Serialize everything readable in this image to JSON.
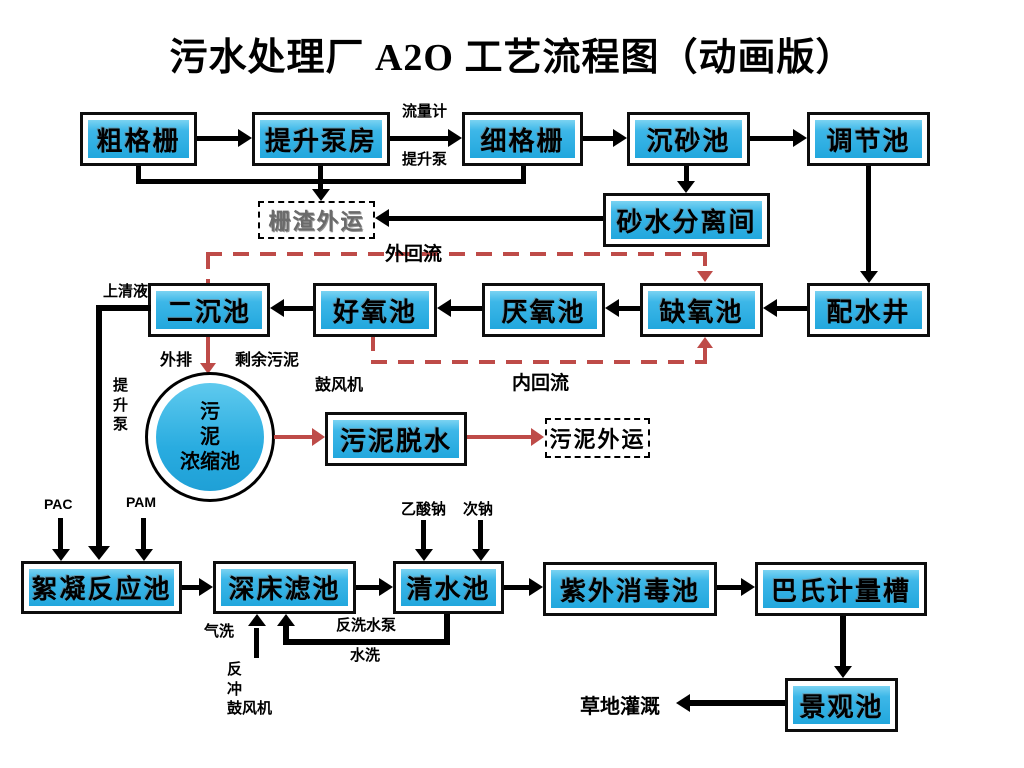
{
  "title": "污水处理厂 A2O 工艺流程图（动画版）",
  "colors": {
    "box_fill": "#29ace0",
    "box_fill_light": "#7bd3f2",
    "line": "#000000",
    "recycle_line": "#be4b48"
  },
  "nodes": {
    "coarse_screen": "粗格栅",
    "lift_pump_station": "提升泵房",
    "fine_screen": "细格栅",
    "grit_chamber": "沉砂池",
    "equalization_tank": "调节池",
    "sand_water_separation": "砂水分离间",
    "screenings_disposal": "栅渣外运",
    "secondary_clarifier": "二沉池",
    "aerobic_tank": "好氧池",
    "anaerobic_tank": "厌氧池",
    "anoxic_tank": "缺氧池",
    "distribution_well": "配水井",
    "sludge_thickener": "污\n泥\n浓缩池",
    "sludge_dewatering": "污泥脱水",
    "sludge_disposal": "污泥外运",
    "flocculation_tank": "絮凝反应池",
    "deep_bed_filter": "深床滤池",
    "clear_water_tank": "清水池",
    "uv_disinfection": "紫外消毒池",
    "parshall_flume": "巴氏计量槽",
    "landscape_pond": "景观池"
  },
  "labels": {
    "flow_meter": "流量计",
    "lift_pump": "提升泵",
    "external_recycle": "外回流",
    "internal_recycle": "内回流",
    "supernatant": "上清液",
    "discharge": "外排",
    "excess_sludge": "剩余污泥",
    "blower": "鼓风机",
    "lift_pump_vertical": "提\n升\n泵",
    "pac": "PAC",
    "pam": "PAM",
    "sodium_acetate": "乙酸钠",
    "sodium_hypochlorite": "次钠",
    "air_wash": "气洗",
    "backwash_pump": "反洗水泵",
    "water_wash": "水洗",
    "backwash_blower": "反\n冲\n鼓风机",
    "grass_irrigation": "草地灌溉"
  }
}
